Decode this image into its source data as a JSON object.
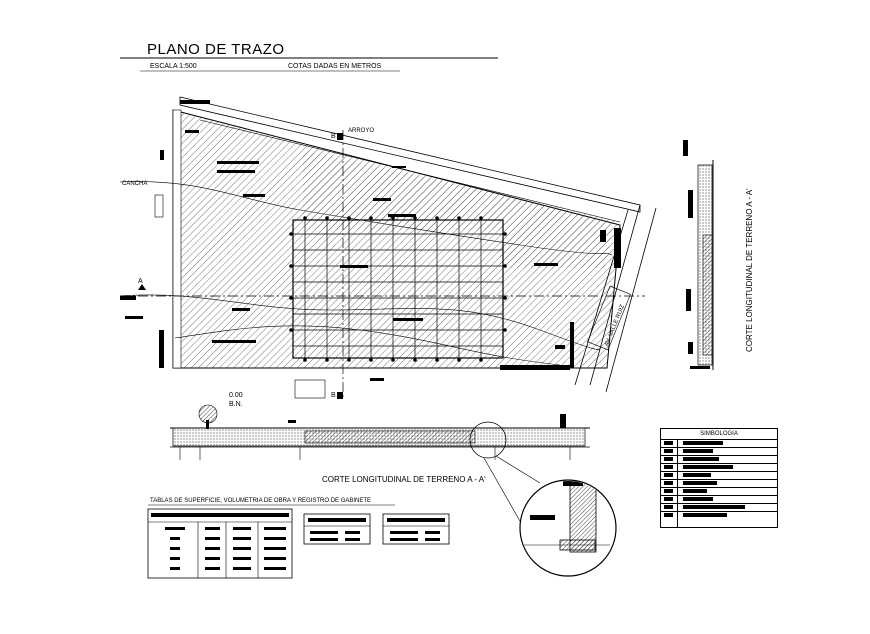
{
  "header": {
    "title": "PLANO DE TRAZO",
    "scale": "ESCALA 1:500",
    "units_note": "COTAS DADAS EN METROS"
  },
  "plan": {
    "label_arroyo": "ARROYO",
    "label_cancha": "CANCHA",
    "label_avenue": "AV. VALLE RUIZ",
    "section_mark_a": "A",
    "section_mark_b_top": "B",
    "section_mark_b_bottom": "B",
    "benchmark_value": "0.00",
    "benchmark_label": "B.N."
  },
  "sections": {
    "horizontal_title": "CORTE LONGITUDINAL DE TERRENO A - A'",
    "vertical_title": "CORTE LONGITUDINAL DE TERRENO A - A'"
  },
  "tables": {
    "caption": "TABLAS DE SUPERFICIE, VOLUMETRIA DE OBRA Y REGISTRO DE GABINETE"
  },
  "legend": {
    "title": "SIMBOLOGIA"
  },
  "colors": {
    "ink": "#000000",
    "paper": "#ffffff",
    "hatch": "#555555"
  }
}
